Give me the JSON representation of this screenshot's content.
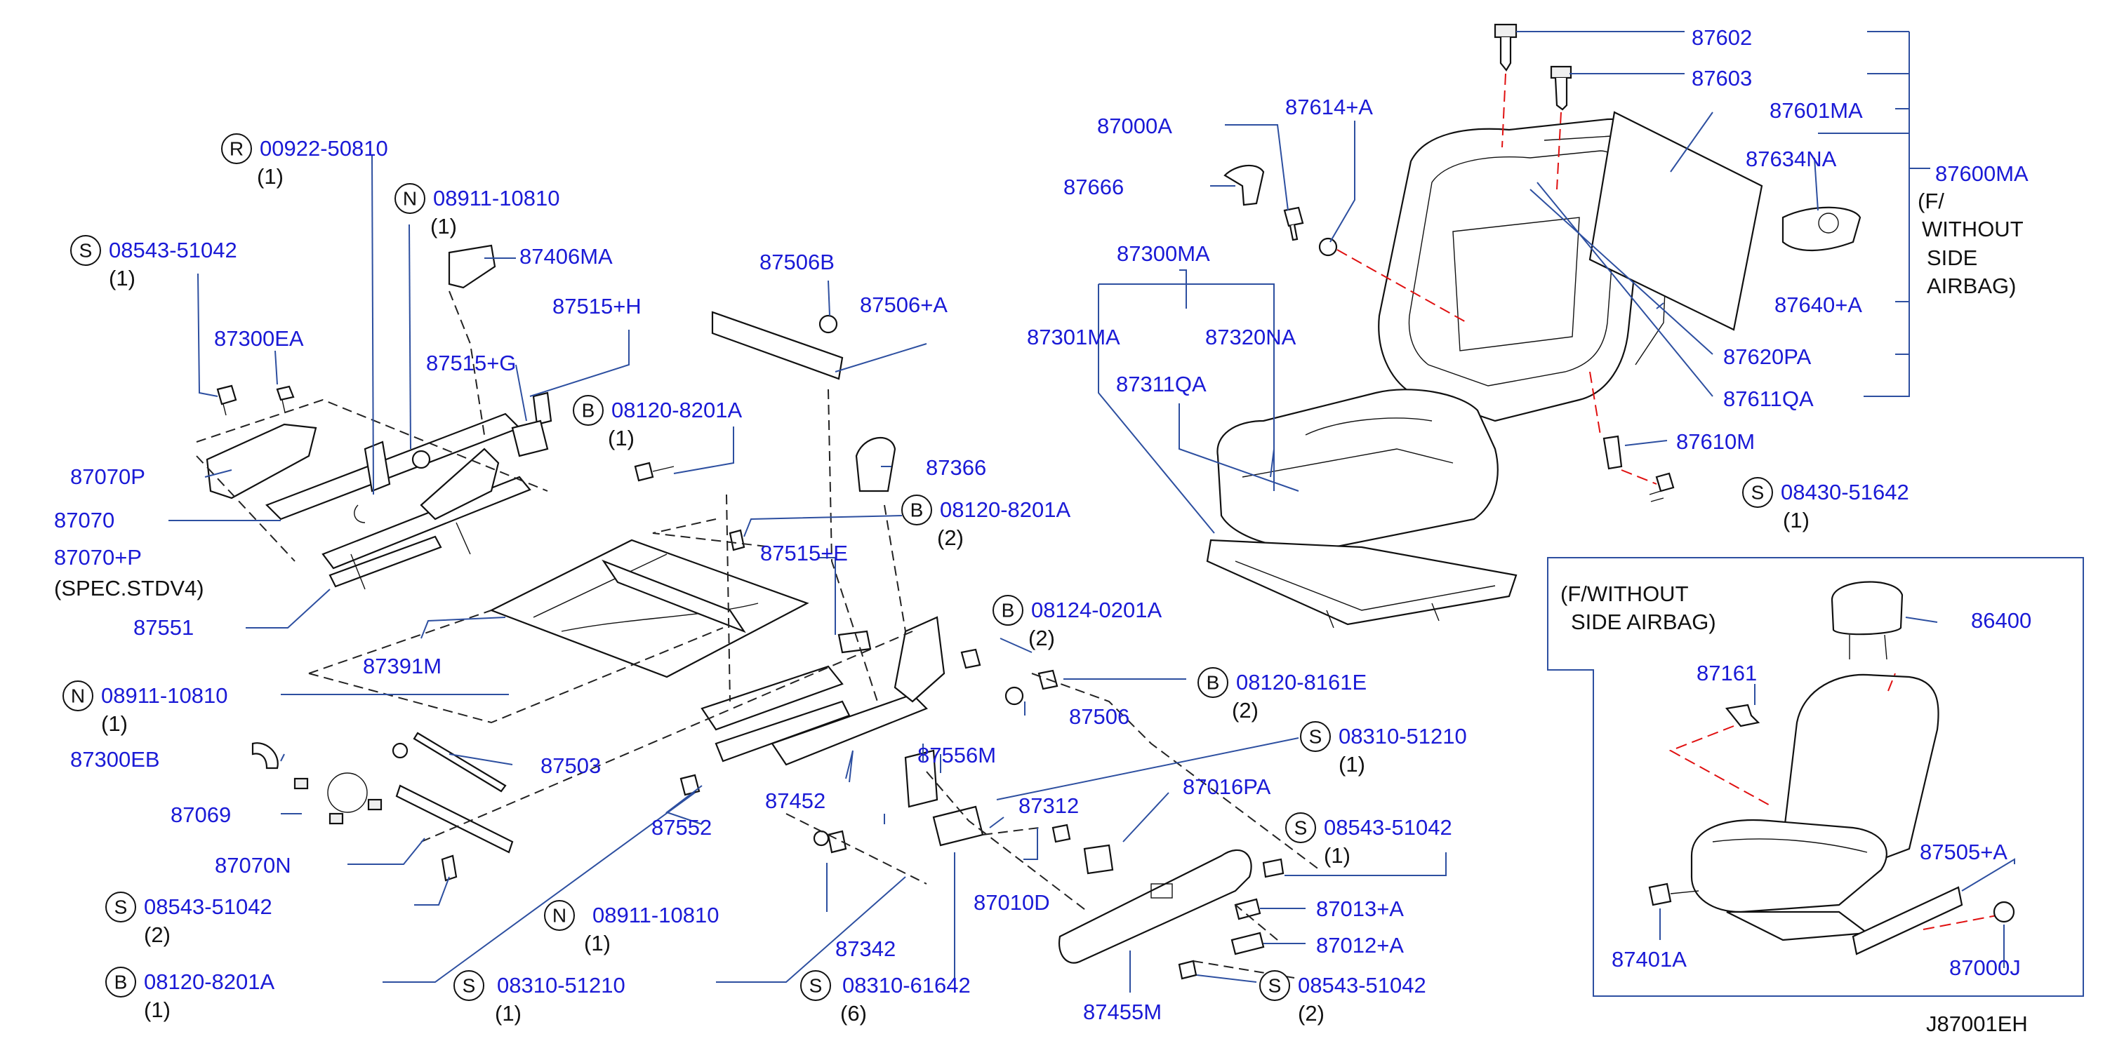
{
  "drawing_code": "J87001EH",
  "colors": {
    "part_number": "#1a1ad6",
    "text": "#111111",
    "leader": "#2d4fa0",
    "highlight_dash": "#e01010"
  },
  "callouts": [
    {
      "id": "c-00922-50810",
      "prefix": "R",
      "number": "00922-50810",
      "qty": "(1)"
    },
    {
      "id": "c-08911-10810-a",
      "prefix": "N",
      "number": "08911-10810",
      "qty": "(1)"
    },
    {
      "id": "c-08543-51042-a",
      "prefix": "S",
      "number": "08543-51042",
      "qty": "(1)"
    },
    {
      "id": "c-08120-8201a-a",
      "prefix": "B",
      "number": "08120-8201A",
      "qty": "(1)"
    },
    {
      "id": "c-08120-8201a-b",
      "prefix": "B",
      "number": "08120-8201A",
      "qty": "(2)"
    },
    {
      "id": "c-08124-0201a",
      "prefix": "B",
      "number": "08124-0201A",
      "qty": "(2)"
    },
    {
      "id": "c-08120-8161e",
      "prefix": "B",
      "number": "08120-8161E",
      "qty": "(2)"
    },
    {
      "id": "c-08911-10810-b",
      "prefix": "N",
      "number": "08911-10810",
      "qty": "(1)"
    },
    {
      "id": "c-08310-51210-a",
      "prefix": "S",
      "number": "08310-51210",
      "qty": "(1)"
    },
    {
      "id": "c-08543-51042-b",
      "prefix": "S",
      "number": "08543-51042",
      "qty": "(1)"
    },
    {
      "id": "c-08543-51042-c",
      "prefix": "S",
      "number": "08543-51042",
      "qty": "(2)"
    },
    {
      "id": "c-08911-10810-c",
      "prefix": "N",
      "number": "08911-10810",
      "qty": "(1)"
    },
    {
      "id": "c-08120-8201a-c",
      "prefix": "B",
      "number": "08120-8201A",
      "qty": "(1)"
    },
    {
      "id": "c-08310-51210-b",
      "prefix": "S",
      "number": "08310-51210",
      "qty": "(1)"
    },
    {
      "id": "c-08310-61642",
      "prefix": "S",
      "number": "08310-61642",
      "qty": "(6)"
    },
    {
      "id": "c-08543-51042-d",
      "prefix": "S",
      "number": "08543-51042",
      "qty": "(2)"
    },
    {
      "id": "c-08430-51642",
      "prefix": "S",
      "number": "08430-51642",
      "qty": "(1)"
    }
  ],
  "labels": {
    "p87406MA": "87406MA",
    "p87300EA": "87300EA",
    "p87515H": "87515+H",
    "p87515G": "87515+G",
    "p87506B": "87506B",
    "p87506A": "87506+A",
    "p87070P": "87070P",
    "p87070": "87070",
    "p87070Pplus": "87070+P",
    "specStdv4": "(SPEC.STDV4)",
    "p87551": "87551",
    "p87366": "87366",
    "p87515E": "87515+E",
    "p87391M": "87391M",
    "p87506": "87506",
    "p87300EB": "87300EB",
    "p87503": "87503",
    "p87069": "87069",
    "p87556M": "87556M",
    "p87452": "87452",
    "p87552": "87552",
    "p87312": "87312",
    "p87016PA": "87016PA",
    "p87070N": "87070N",
    "p87010D": "87010D",
    "p87342": "87342",
    "p87013A": "87013+A",
    "p87012A": "87012+A",
    "p87455M": "87455M",
    "p87602": "87602",
    "p87603": "87603",
    "p87000A": "87000A",
    "p87614A": "87614+A",
    "p87601MA": "87601MA",
    "p87666": "87666",
    "p87634NA": "87634NA",
    "p87600MA": "87600MA",
    "withoutAirbag1": "(F/",
    "withoutAirbag2": "WITHOUT",
    "withoutAirbag3": "SIDE",
    "withoutAirbag4": "AIRBAG)",
    "p87300MA": "87300MA",
    "p87640A": "87640+A",
    "p87301MA": "87301MA",
    "p87320NA": "87320NA",
    "p87620PA": "87620PA",
    "p87311QA": "87311QA",
    "p87611QA": "87611QA",
    "p87610M": "87610M",
    "insetNote1": "(F/WITHOUT",
    "insetNote2": "SIDE   AIRBAG)",
    "p86400": "86400",
    "p87161": "87161",
    "p87505A": "87505+A",
    "p87401A": "87401A",
    "p87000J": "87000J"
  }
}
